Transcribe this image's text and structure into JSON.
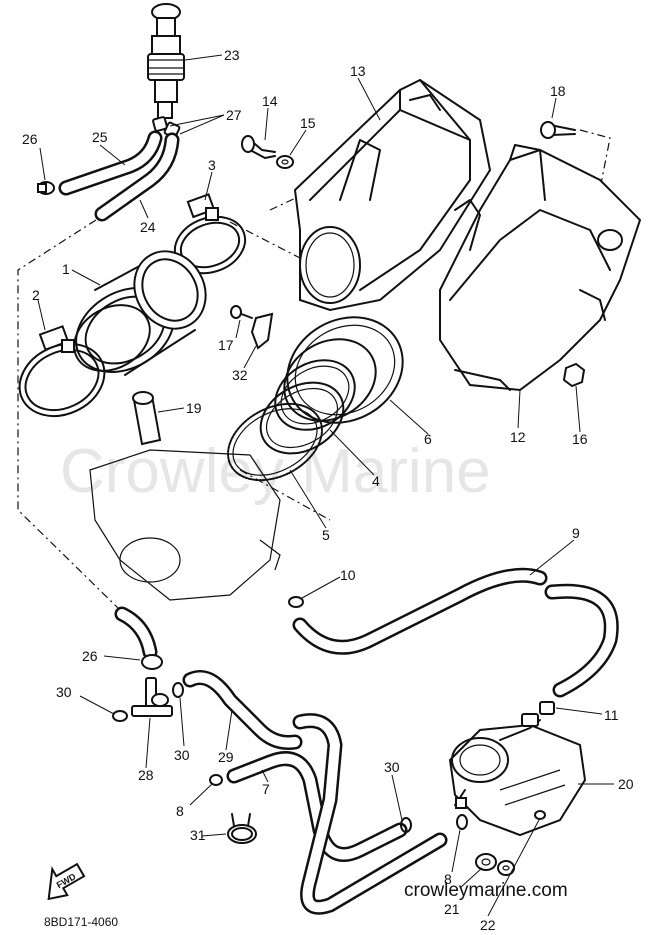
{
  "watermark": "Crowley Marine",
  "site_label": "crowleymarine.com",
  "diagram_code": "8BD171-4060",
  "fwd_label": "FWD",
  "callouts": [
    "1",
    "2",
    "3",
    "4",
    "5",
    "6",
    "7",
    "8",
    "8",
    "9",
    "10",
    "11",
    "12",
    "13",
    "14",
    "15",
    "16",
    "17",
    "18",
    "19",
    "20",
    "21",
    "22",
    "23",
    "24",
    "25",
    "26",
    "26",
    "27",
    "28",
    "29",
    "30",
    "30",
    "30",
    "31",
    "32"
  ]
}
